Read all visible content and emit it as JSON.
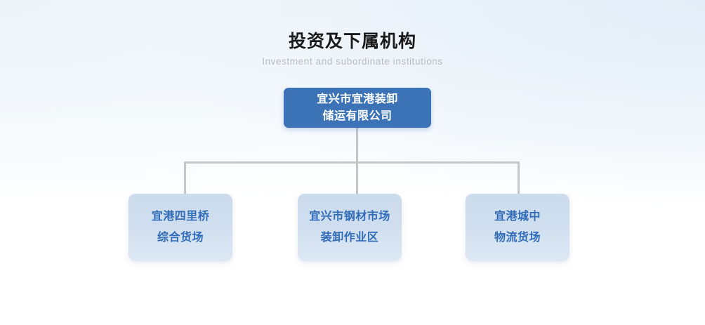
{
  "heading": {
    "title": "投资及下属机构",
    "subtitle": "Investment and subordinate institutions"
  },
  "colors": {
    "root_fill": "#3c72b6",
    "root_text": "#ffffff",
    "child_fill": "#ccdcec",
    "child_text": "#2f6bb8",
    "connector": "#c4c6c8",
    "title_text": "#1a1a1a",
    "subtitle_text": "#b9bdc2",
    "background_top": "#eef4fa",
    "background_bottom": "#ffffff"
  },
  "chart": {
    "root": {
      "name": "宜兴市宜港装卸储运有限公司",
      "lines": [
        "宜兴市宜港装卸",
        "储运有限公司"
      ]
    },
    "children": [
      {
        "name": "宜港四里桥综合货场",
        "lines": [
          "宜港四里桥",
          "综合货场"
        ]
      },
      {
        "name": "宜兴市钢材市场装卸作业区",
        "lines": [
          "宜兴市钢材市场",
          "装卸作业区"
        ]
      },
      {
        "name": "宜港城中物流货场",
        "lines": [
          "宜港城中",
          "物流货场"
        ]
      }
    ]
  }
}
